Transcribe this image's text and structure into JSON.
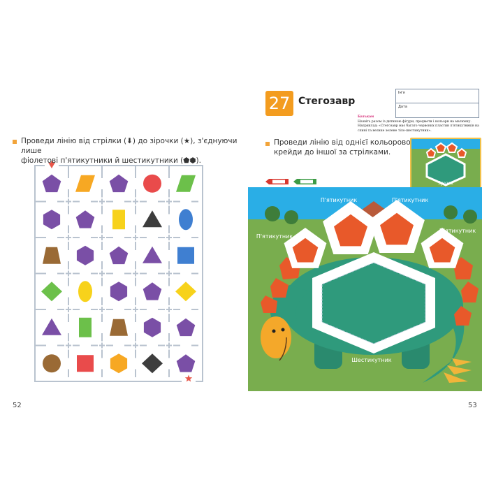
{
  "left_page": {
    "instruction_line1": "Проведи лінію від стрілки (⬇) до зірочки (★), з'єднуючи лише",
    "instruction_line2": "фіолетові п'ятикутники й шестикутники (⬟⬢).",
    "start_icon": "arrow-down-icon",
    "end_icon": "star-icon",
    "maze": {
      "rows": 6,
      "cols": 5,
      "cells": [
        [
          {
            "shape": "pentagon",
            "color": "#7a4fa6"
          },
          {
            "shape": "parallelogram",
            "color": "#f7a823"
          },
          {
            "shape": "pentagon",
            "color": "#7a4fa6"
          },
          {
            "shape": "circle",
            "color": "#e94b4b"
          },
          {
            "shape": "parallelogram",
            "color": "#6cc04a"
          }
        ],
        [
          {
            "shape": "hexagon",
            "color": "#7a4fa6"
          },
          {
            "shape": "pentagon",
            "color": "#7a4fa6"
          },
          {
            "shape": "rectangle",
            "color": "#f7d21b"
          },
          {
            "shape": "triangle",
            "color": "#3d3d3d"
          },
          {
            "shape": "ellipse",
            "color": "#3f7fd1"
          }
        ],
        [
          {
            "shape": "trapezoid",
            "color": "#9a6a35"
          },
          {
            "shape": "hexagon",
            "color": "#7a4fa6"
          },
          {
            "shape": "pentagon",
            "color": "#7a4fa6"
          },
          {
            "shape": "triangle",
            "color": "#7a4fa6"
          },
          {
            "shape": "square",
            "color": "#3f7fd1"
          }
        ],
        [
          {
            "shape": "diamond",
            "color": "#6cc04a"
          },
          {
            "shape": "ellipse",
            "color": "#f7d21b"
          },
          {
            "shape": "hexagon",
            "color": "#7a4fa6"
          },
          {
            "shape": "pentagon",
            "color": "#7a4fa6"
          },
          {
            "shape": "diamond",
            "color": "#f7d21b"
          }
        ],
        [
          {
            "shape": "triangle",
            "color": "#7a4fa6"
          },
          {
            "shape": "rectangle",
            "color": "#6cc04a"
          },
          {
            "shape": "trapezoid",
            "color": "#9a6a35"
          },
          {
            "shape": "hexagon",
            "color": "#7a4fa6"
          },
          {
            "shape": "pentagon",
            "color": "#7a4fa6"
          }
        ],
        [
          {
            "shape": "circle",
            "color": "#9a6a35"
          },
          {
            "shape": "square",
            "color": "#e94b4b"
          },
          {
            "shape": "hexagon",
            "color": "#f7a823"
          },
          {
            "shape": "diamond",
            "color": "#3d3d3d"
          },
          {
            "shape": "pentagon",
            "color": "#7a4fa6"
          }
        ]
      ]
    },
    "page_number": "52"
  },
  "right_page": {
    "lesson_number": "27",
    "title": "Стегозавр",
    "name_label": "Ім'я",
    "date_label": "Дата",
    "parents_note_heading": "Батькам",
    "parents_note": "Назвіть разом із дитиною фігури, предмети і кольори на малюнку. Наприклад: «Стегозавр має багато червоних пластин п'ятикутників на спині та велике зелене тіло-шестикутник».",
    "instruction_line1": "Проведи лінію від однієї кольорової",
    "instruction_line2": "крейди до іншої за стрілками.",
    "sample_label": "Зразок",
    "illustration_labels": {
      "pentagon_1": "П'ятикутник",
      "pentagon_2": "П'ятикутник",
      "pentagon_3": "П'ятикутник",
      "pentagon_4": "П'ятикутник",
      "hexagon": "Шестикутник"
    },
    "colors": {
      "sky": "#2aaee6",
      "grass": "#79ad4e",
      "body": "#2f9a7c",
      "plates": "#e8592a",
      "accent": "#f39c1f"
    },
    "page_number": "53"
  }
}
